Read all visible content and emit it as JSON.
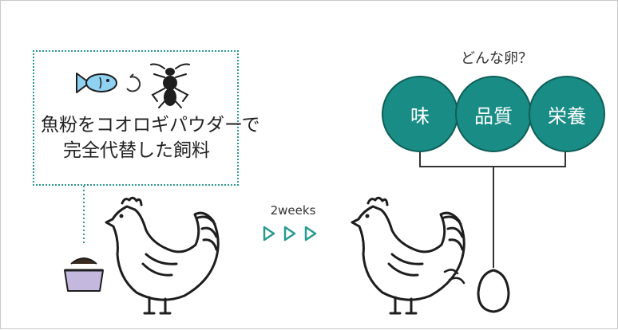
{
  "feed": {
    "line1": "魚粉をコオロギパウダーで",
    "line2": "完全代替した飼料"
  },
  "period": {
    "label": "2weeks"
  },
  "question": {
    "label": "どんな卵？"
  },
  "attributes": [
    {
      "label": "味"
    },
    {
      "label": "品質"
    },
    {
      "label": "栄養"
    }
  ],
  "icons": [
    "fish-icon",
    "cycle-icon",
    "cricket-icon",
    "feed-bowl-icon",
    "rooster-icon",
    "arrow-icon",
    "egg-icon",
    "dropping-icon"
  ],
  "colors": {
    "teal": "#198c85",
    "outline": "#1e1e1e",
    "bowl": "#c5b8df",
    "dotted": "#2a9a91"
  }
}
